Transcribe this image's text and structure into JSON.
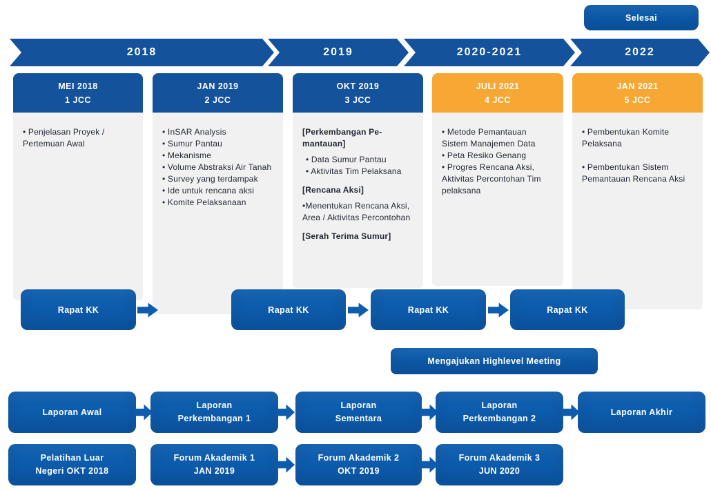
{
  "colors": {
    "primary_blue": "#14529C",
    "button_blue": "#0D5CAD",
    "accent_orange": "#F7A733",
    "panel_gray": "#F1F1F2",
    "text_dark": "#222834"
  },
  "finish_label": "Selesai",
  "timeline": {
    "segments": [
      "2018",
      "2019",
      "2020-2021",
      "2022"
    ]
  },
  "columns": [
    {
      "header": {
        "title": "MEI 2018",
        "subtitle": "1 JCC"
      },
      "items": [
        "• Penjelasan Proyek / Pertemuan Awal"
      ]
    },
    {
      "header": {
        "title": "JAN 2019",
        "subtitle": "2 JCC"
      },
      "items": [
        "• InSAR Analysis",
        "• Sumur Pantau",
        "• Mekanisme",
        "• Volume Abstraksi Air Tanah",
        "• Survey yang terdampak",
        "• Ide untuk rencana aksi",
        "• Komite Pelaksanaan"
      ]
    },
    {
      "header": {
        "title": "OKT 2019",
        "subtitle": "3 JCC"
      },
      "items": [
        "[Perkembangan Pe-mantauan]",
        "• Data Sumur Pantau",
        "• Aktivitas Tim Pelaksana",
        "[Rencana Aksi]",
        "•Menentukan Rencana Aksi, Area / Aktivitas Percontohan",
        "[Serah Terima Sumur]"
      ]
    },
    {
      "header": {
        "title": "JULI 2021",
        "subtitle": "4 JCC"
      },
      "items": [
        "• Metode Pemantauan Sistem Manajemen Data",
        "• Peta Resiko Genang",
        "• Progres Rencana Aksi, Aktivitas Percontohan Tim pelaksana"
      ]
    },
    {
      "header": {
        "title": "JAN 2021",
        "subtitle": "5 JCC"
      },
      "items": [
        "• Pembentukan Komite Pelaksana",
        "• Pembentukan Sistem Pemantauan Rencana Aksi"
      ]
    }
  ],
  "rapat_row": {
    "buttons": [
      "Rapat KK",
      "Rapat KK",
      "Rapat KK",
      "Rapat KK"
    ]
  },
  "highlevel_label": "Mengajukan Highlevel Meeting",
  "report_row": {
    "boxes": [
      {
        "lines": [
          "Laporan Awal"
        ]
      },
      {
        "lines": [
          "Laporan",
          "Perkembangan 1"
        ]
      },
      {
        "lines": [
          "Laporan",
          "Sementara"
        ]
      },
      {
        "lines": [
          "Laporan",
          "Perkembangan 2"
        ]
      },
      {
        "lines": [
          "Laporan Akhir"
        ]
      }
    ]
  },
  "academic_row": {
    "boxes": [
      {
        "lines": [
          "Pelatihan Luar",
          "Negeri OKT 2018"
        ]
      },
      {
        "lines": [
          "Forum Akademik 1",
          "JAN 2019"
        ]
      },
      {
        "lines": [
          "Forum Akademik 2",
          "OKT 2019"
        ]
      },
      {
        "lines": [
          "Forum Akademik 3",
          "JUN 2020"
        ]
      }
    ]
  }
}
